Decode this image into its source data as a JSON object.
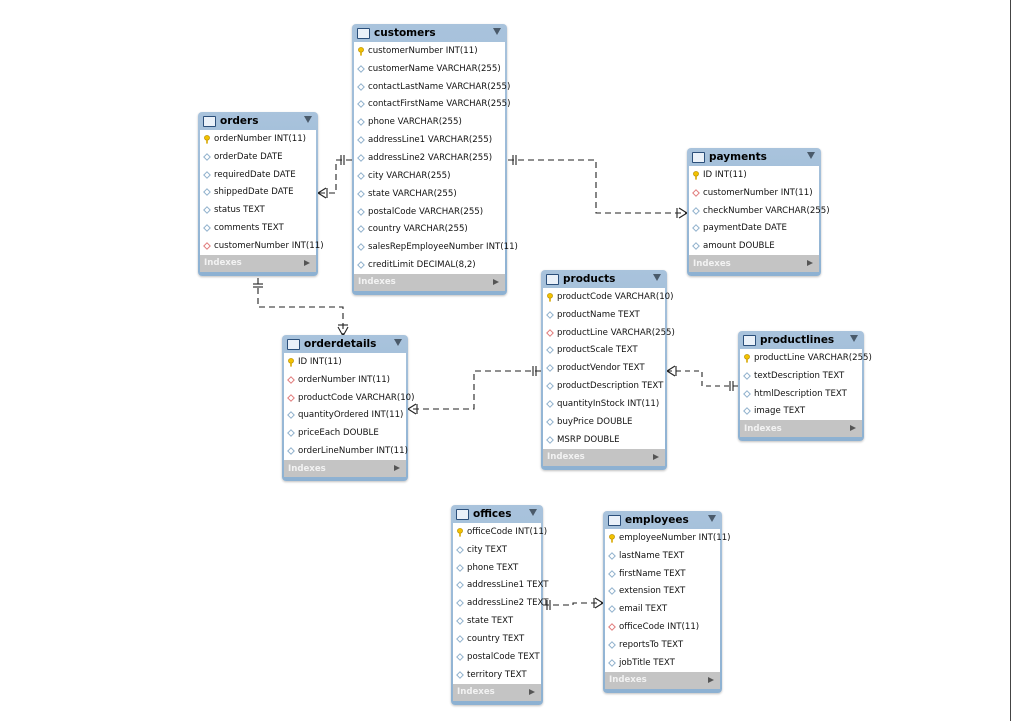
{
  "tables": [
    {
      "key": "customers",
      "name": "customers",
      "columns": [
        {
          "icon": "primary-key-icon",
          "text": "customerNumber INT(11)"
        },
        {
          "icon": "column-icon",
          "text": "customerName VARCHAR(255)"
        },
        {
          "icon": "column-icon",
          "text": "contactLastName VARCHAR(255)"
        },
        {
          "icon": "column-icon",
          "text": "contactFirstName VARCHAR(255)"
        },
        {
          "icon": "column-icon",
          "text": "phone VARCHAR(255)"
        },
        {
          "icon": "column-icon",
          "text": "addressLine1 VARCHAR(255)"
        },
        {
          "icon": "column-icon",
          "text": "addressLine2 VARCHAR(255)"
        },
        {
          "icon": "column-icon",
          "text": "city VARCHAR(255)"
        },
        {
          "icon": "column-icon",
          "text": "state VARCHAR(255)"
        },
        {
          "icon": "column-icon",
          "text": "postalCode VARCHAR(255)"
        },
        {
          "icon": "column-icon",
          "text": "country VARCHAR(255)"
        },
        {
          "icon": "column-icon",
          "text": "salesRepEmployeeNumber INT(11)"
        },
        {
          "icon": "column-icon",
          "text": "creditLimit DECIMAL(8,2)"
        }
      ],
      "indexes_label": "Indexes"
    },
    {
      "key": "orders",
      "name": "orders",
      "columns": [
        {
          "icon": "primary-key-icon",
          "text": "orderNumber INT(11)"
        },
        {
          "icon": "column-icon",
          "text": "orderDate DATE"
        },
        {
          "icon": "column-icon",
          "text": "requiredDate DATE"
        },
        {
          "icon": "column-icon",
          "text": "shippedDate DATE"
        },
        {
          "icon": "column-icon",
          "text": "status TEXT"
        },
        {
          "icon": "column-icon",
          "text": "comments TEXT"
        },
        {
          "icon": "foreign-key-icon",
          "text": "customerNumber INT(11)"
        }
      ],
      "indexes_label": "Indexes"
    },
    {
      "key": "payments",
      "name": "payments",
      "columns": [
        {
          "icon": "primary-key-icon",
          "text": "ID INT(11)"
        },
        {
          "icon": "foreign-key-icon",
          "text": "customerNumber INT(11)"
        },
        {
          "icon": "column-icon",
          "text": "checkNumber VARCHAR(255)"
        },
        {
          "icon": "column-icon",
          "text": "paymentDate DATE"
        },
        {
          "icon": "column-icon",
          "text": "amount DOUBLE"
        }
      ],
      "indexes_label": "Indexes"
    },
    {
      "key": "products",
      "name": "products",
      "columns": [
        {
          "icon": "primary-key-icon",
          "text": "productCode VARCHAR(10)"
        },
        {
          "icon": "column-icon",
          "text": "productName TEXT"
        },
        {
          "icon": "foreign-key-icon",
          "text": "productLine VARCHAR(255)"
        },
        {
          "icon": "column-icon",
          "text": "productScale TEXT"
        },
        {
          "icon": "column-icon",
          "text": "productVendor TEXT"
        },
        {
          "icon": "column-icon",
          "text": "productDescription TEXT"
        },
        {
          "icon": "column-icon",
          "text": "quantityInStock INT(11)"
        },
        {
          "icon": "column-icon",
          "text": "buyPrice DOUBLE"
        },
        {
          "icon": "column-icon",
          "text": "MSRP DOUBLE"
        }
      ],
      "indexes_label": "Indexes"
    },
    {
      "key": "orderdetails",
      "name": "orderdetails",
      "columns": [
        {
          "icon": "primary-key-icon",
          "text": "ID INT(11)"
        },
        {
          "icon": "foreign-key-icon",
          "text": "orderNumber INT(11)"
        },
        {
          "icon": "foreign-key-icon",
          "text": "productCode VARCHAR(10)"
        },
        {
          "icon": "column-icon",
          "text": "quantityOrdered INT(11)"
        },
        {
          "icon": "column-icon",
          "text": "priceEach DOUBLE"
        },
        {
          "icon": "column-icon",
          "text": "orderLineNumber INT(11)"
        }
      ],
      "indexes_label": "Indexes"
    },
    {
      "key": "productlines",
      "name": "productlines",
      "columns": [
        {
          "icon": "primary-key-icon",
          "text": "productLine VARCHAR(255)"
        },
        {
          "icon": "column-icon",
          "text": "textDescription TEXT"
        },
        {
          "icon": "column-icon",
          "text": "htmlDescription TEXT"
        },
        {
          "icon": "column-icon",
          "text": "image TEXT"
        }
      ],
      "indexes_label": "Indexes"
    },
    {
      "key": "offices",
      "name": "offices",
      "columns": [
        {
          "icon": "primary-key-icon",
          "text": "officeCode INT(11)"
        },
        {
          "icon": "column-icon",
          "text": "city TEXT"
        },
        {
          "icon": "column-icon",
          "text": "phone TEXT"
        },
        {
          "icon": "column-icon",
          "text": "addressLine1 TEXT"
        },
        {
          "icon": "column-icon",
          "text": "addressLine2 TEXT"
        },
        {
          "icon": "column-icon",
          "text": "state TEXT"
        },
        {
          "icon": "column-icon",
          "text": "country TEXT"
        },
        {
          "icon": "column-icon",
          "text": "postalCode TEXT"
        },
        {
          "icon": "column-icon",
          "text": "territory TEXT"
        }
      ],
      "indexes_label": "Indexes"
    },
    {
      "key": "employees",
      "name": "employees",
      "columns": [
        {
          "icon": "primary-key-icon",
          "text": "employeeNumber INT(11)"
        },
        {
          "icon": "column-icon",
          "text": "lastName TEXT"
        },
        {
          "icon": "column-icon",
          "text": "firstName TEXT"
        },
        {
          "icon": "column-icon",
          "text": "extension TEXT"
        },
        {
          "icon": "column-icon",
          "text": "email TEXT"
        },
        {
          "icon": "foreign-key-icon",
          "text": "officeCode INT(11)"
        },
        {
          "icon": "column-icon",
          "text": "reportsTo TEXT"
        },
        {
          "icon": "column-icon",
          "text": "jobTitle TEXT"
        }
      ],
      "indexes_label": "Indexes"
    }
  ],
  "relationships": [
    {
      "from": "customers",
      "to": "orders",
      "type": "one-to-many"
    },
    {
      "from": "customers",
      "to": "payments",
      "type": "one-to-many"
    },
    {
      "from": "orders",
      "to": "orderdetails",
      "type": "one-to-many"
    },
    {
      "from": "products",
      "to": "orderdetails",
      "type": "one-to-many"
    },
    {
      "from": "productlines",
      "to": "products",
      "type": "one-to-many"
    },
    {
      "from": "offices",
      "to": "employees",
      "type": "one-to-many"
    }
  ],
  "colors": {
    "table_header": "#a9c3dc",
    "indexes_bar": "#c4c4c4",
    "primary_key": "#f2c200",
    "foreign_key": "#e07a7a",
    "column": "#8fb0cc",
    "relationship_line": "#222222"
  }
}
